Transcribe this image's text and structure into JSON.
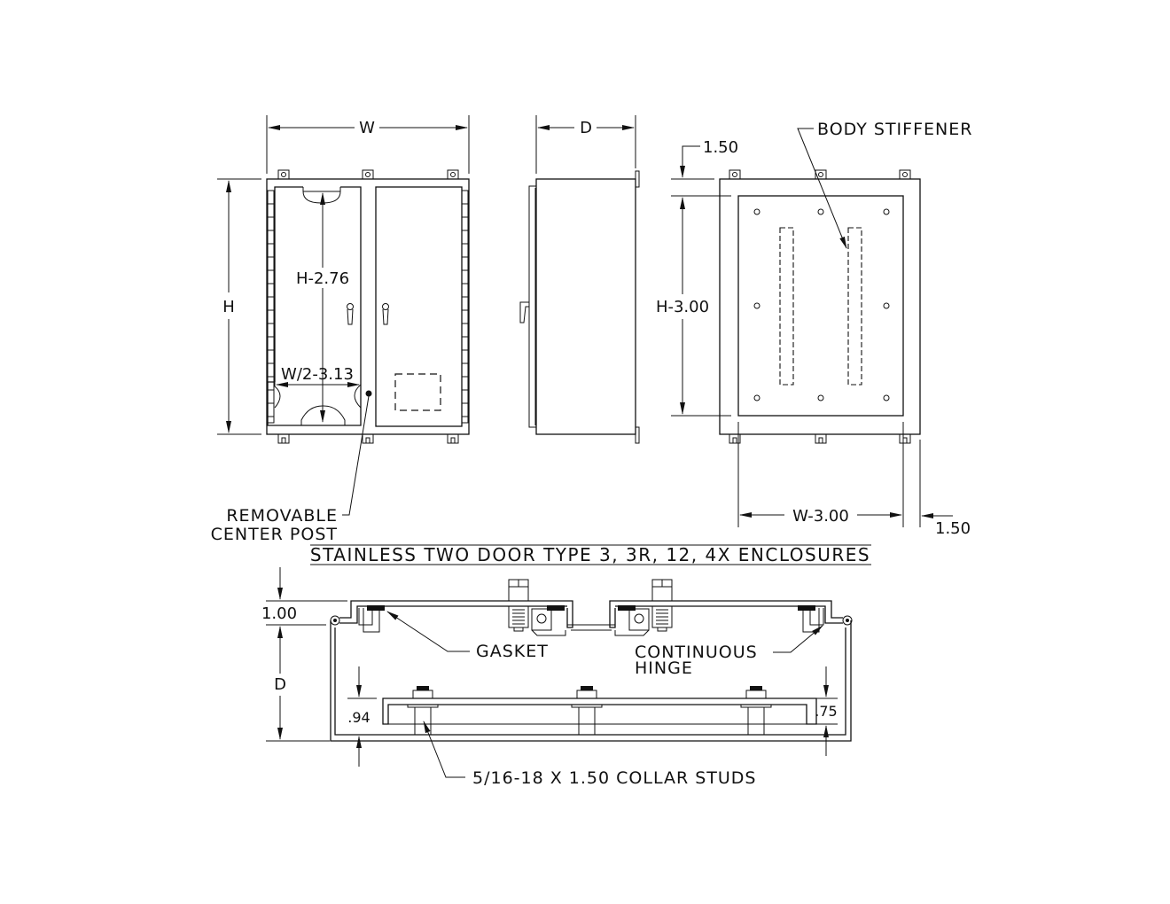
{
  "title": "STAINLESS TWO DOOR TYPE 3, 3R, 12, 4X ENCLOSURES",
  "front_view": {
    "width_label": "W",
    "height_label": "H",
    "inner_height_label": "H-2.76",
    "inner_width_label": "W/2-3.13",
    "callout_line1": "REMOVABLE",
    "callout_line2": "CENTER POST"
  },
  "side_view": {
    "depth_label": "D"
  },
  "back_view": {
    "stiffener_label": "BODY STIFFENER",
    "top_offset_label": "1.50",
    "height_label": "H-3.00",
    "width_label": "W-3.00",
    "right_offset_label": "1.50"
  },
  "section_view": {
    "door_depth_label": "1.00",
    "depth_label": "D",
    "gasket_label": "GASKET",
    "hinge_line1": "CONTINUOUS",
    "hinge_line2": "HINGE",
    "left_stud_offset_label": ".94",
    "right_stud_offset_label": ".75",
    "studs_label": "5/16-18 X 1.50 COLLAR STUDS"
  },
  "colors": {
    "ink": "#111111",
    "paper": "#ffffff"
  }
}
